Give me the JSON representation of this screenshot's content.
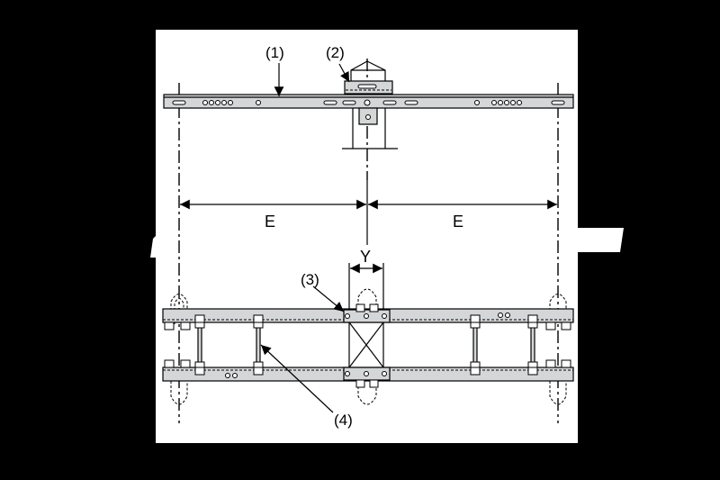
{
  "diagram": {
    "labels": {
      "part1": "(1)",
      "part2": "(2)",
      "part3": "(3)",
      "part4": "(4)"
    },
    "dimensions": {
      "left_spacing": "E",
      "right_spacing": "E",
      "offset": "Y"
    },
    "colors": {
      "background": "#000000",
      "panel": "#ffffff",
      "steel": "#d4d6d8"
    }
  }
}
